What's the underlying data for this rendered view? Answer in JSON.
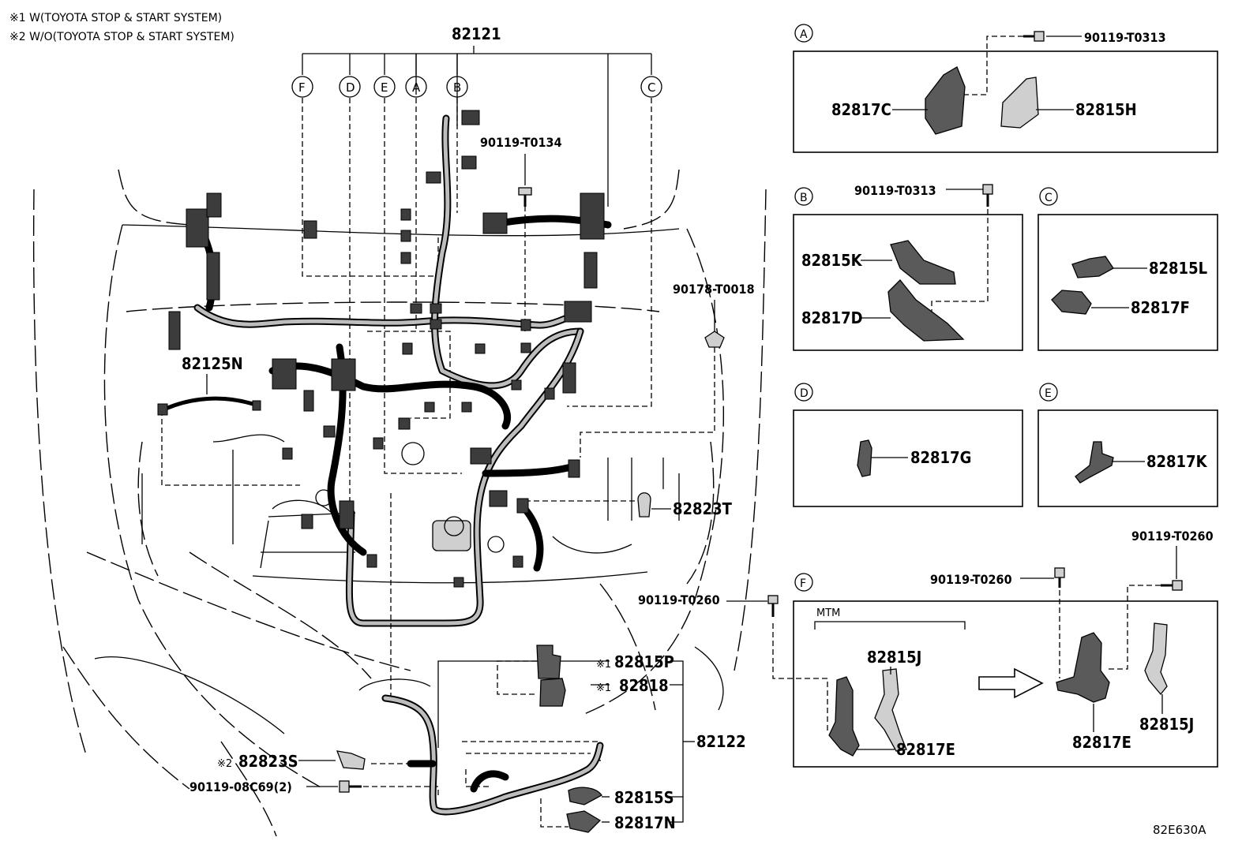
{
  "notes": {
    "note1": "※1 W(TOYOTA STOP & START SYSTEM)",
    "note2": "※2 W/O(TOYOTA STOP & START SYSTEM)"
  },
  "main": {
    "harness_main": "82121",
    "harness_front": "82122",
    "harness_82125n": "82125N",
    "bolt_t0134": "90119-T0134",
    "clip_t0018": "90178-T0018",
    "part_82823t": "82823T",
    "bolt_t0260": "90119-T0260",
    "part_82815p": "82815P",
    "part_82818": "82818",
    "mark1a": "※1",
    "mark1b": "※1",
    "mark2": "※2",
    "part_82823s": "82823S",
    "bolt_08c69": "90119-08C69(2)",
    "part_82815s": "82815S",
    "part_82817n": "82817N",
    "callouts": [
      "F",
      "D",
      "E",
      "A",
      "B",
      "C"
    ]
  },
  "details": {
    "A": {
      "letter": "A",
      "bolt": "90119-T0313",
      "p1": "82817C",
      "p2": "82815H"
    },
    "B": {
      "letter": "B",
      "bolt": "90119-T0313",
      "p1": "82815K",
      "p2": "82817D"
    },
    "C": {
      "letter": "C",
      "p1": "82815L",
      "p2": "82817F"
    },
    "D": {
      "letter": "D",
      "p1": "82817G"
    },
    "E": {
      "letter": "E",
      "p1": "82817K"
    },
    "F": {
      "letter": "F",
      "bolt_left": "90119-T0260",
      "bolt_mid": "90119-T0260",
      "bolt_right": "90119-T0260",
      "mtm": "MTM",
      "p1": "82815J",
      "p2": "82817E",
      "p3": "82817E",
      "p4": "82815J"
    }
  },
  "figure_code": "82E630A"
}
